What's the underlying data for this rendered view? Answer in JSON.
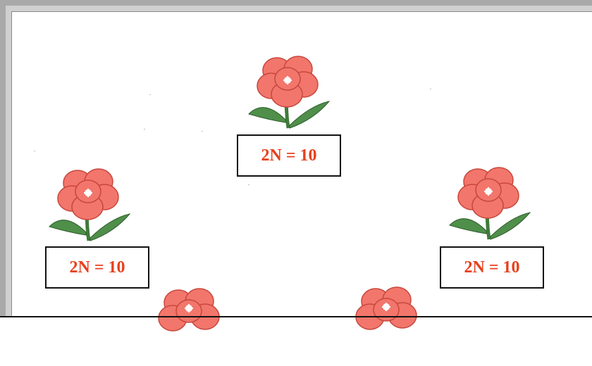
{
  "labels": [
    "2N = 10",
    "2N = 10",
    "2N = 10"
  ],
  "colors": {
    "petal": "#f2766b",
    "petal_edge": "#c8473d",
    "leaf": "#4f8f4a",
    "label_text": "#e8401c",
    "frame_gray": "#a9a9a9"
  },
  "icons": [
    "flower-icon"
  ]
}
